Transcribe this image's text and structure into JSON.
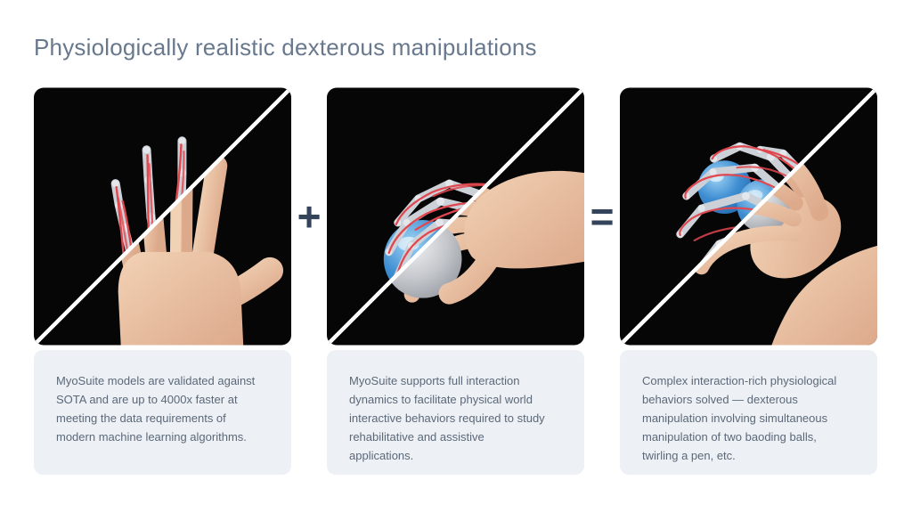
{
  "title": {
    "text": "Physiologically realistic dexterous manipulations"
  },
  "operators": {
    "plus": "+",
    "equals": "="
  },
  "panels": [
    {
      "id": "validation",
      "image": "split-image-skeletal-muscle-hand-vs-real-open-hand",
      "caption": "MyoSuite models are validated against SOTA and are up to 4000x faster at meeting the data requirements of modern machine learning algorithms."
    },
    {
      "id": "interaction",
      "image": "split-image-skeletal-muscle-hand-vs-real-hand-grasping-ball",
      "caption": "MyoSuite supports full interaction dynamics to facilitate physical world interactive behaviors required to study rehabilitative and assistive applications."
    },
    {
      "id": "complex-behaviors",
      "image": "split-image-skeletal-muscle-hand-vs-real-hand-holding-two-baoding-balls",
      "caption": "Complex interaction-rich physiological behaviors solved — dexterous manipulation involving simultaneous manipulation of two baoding balls, twirling a pen, etc."
    }
  ],
  "colors": {
    "page_background": "#ffffff",
    "title": "#68798e",
    "operator": "#32435a",
    "panel_background": "#060606",
    "diagonal_line": "#ffffff",
    "card_background": "#edf1f6",
    "card_text": "#5c6878",
    "tendon_red": "#e0474e",
    "bone_gray": "#ccd1d8",
    "ball_blue": "#2e7bc4",
    "ball_silver": "#b9bcc2",
    "skin": "#e9c3a4"
  }
}
